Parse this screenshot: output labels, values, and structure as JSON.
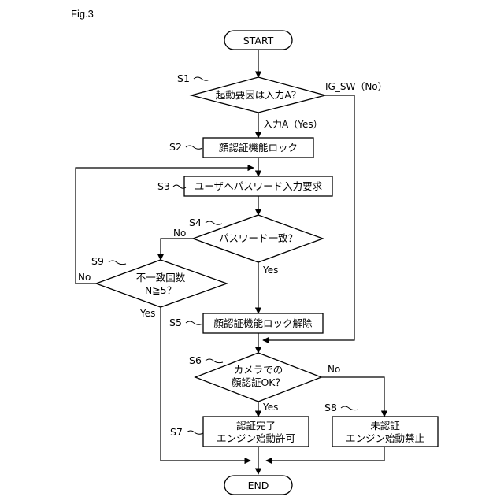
{
  "figure_label": "Fig.3",
  "nodes": {
    "start": {
      "text": "START"
    },
    "s1": {
      "step": "S1",
      "text": "起動要因は入力A？"
    },
    "s2": {
      "step": "S2",
      "text": "顔認証機能ロック"
    },
    "s3": {
      "step": "S3",
      "text": "ユーザへパスワード入力要求"
    },
    "s4": {
      "step": "S4",
      "text": "パスワード一致？"
    },
    "s5": {
      "step": "S5",
      "text": "顔認証機能ロック解除"
    },
    "s6": {
      "step": "S6",
      "line1": "カメラでの",
      "line2": "顔認証OK？"
    },
    "s7": {
      "step": "S7",
      "line1": "認証完了",
      "line2": "エンジン始動許可"
    },
    "s8": {
      "step": "S8",
      "line1": "未認証",
      "line2": "エンジン始動禁止"
    },
    "s9": {
      "step": "S9",
      "line1": "不一致回数",
      "line2": "N≧5？"
    },
    "end": {
      "text": "END"
    }
  },
  "edge_labels": {
    "s1_yes": "入力A（Yes）",
    "s1_no": "IG_SW（No）",
    "s4_yes": "Yes",
    "s4_no": "No",
    "s9_yes": "Yes",
    "s9_no": "No",
    "s6_yes": "Yes",
    "s6_no": "No"
  }
}
